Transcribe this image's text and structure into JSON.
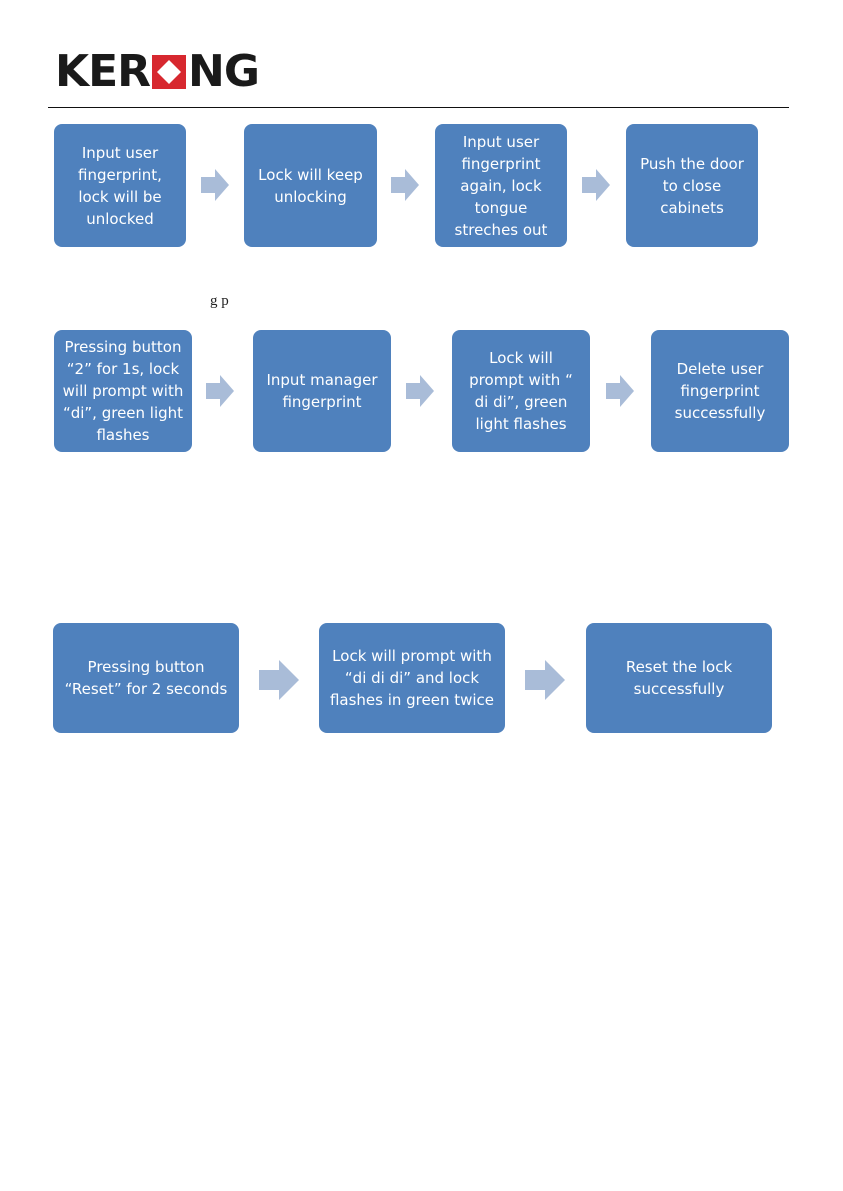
{
  "header": {
    "logo_text": "KERONG",
    "logo_left": "K",
    "logo_mid": "ER",
    "logo_right": "NG",
    "colors": {
      "logo_dark": "#1a1a1a",
      "logo_red": "#d7282f"
    }
  },
  "flows": [
    {
      "steps": [
        "Input user fingerprint, lock will be unlocked",
        "Lock will keep unlocking",
        "Input user fingerprint again, lock tongue streches out",
        "Push the door to close cabinets"
      ]
    },
    {
      "steps": [
        "Pressing button “2” for 1s, lock will prompt with “di”, green light flashes",
        "Input manager fingerprint",
        "Lock will prompt with “ di di”, green light flashes",
        "Delete user fingerprint successfully"
      ]
    },
    {
      "steps": [
        "Pressing button “Reset” for 2 seconds",
        "Lock will prompt with “di di di” and lock flashes in green twice",
        "Reset the lock successfully"
      ]
    }
  ],
  "fragment_text": "g p",
  "colors": {
    "box_fill": "#4f81bd",
    "arrow_fill": "#a9bcd8",
    "box_text": "#ffffff"
  }
}
